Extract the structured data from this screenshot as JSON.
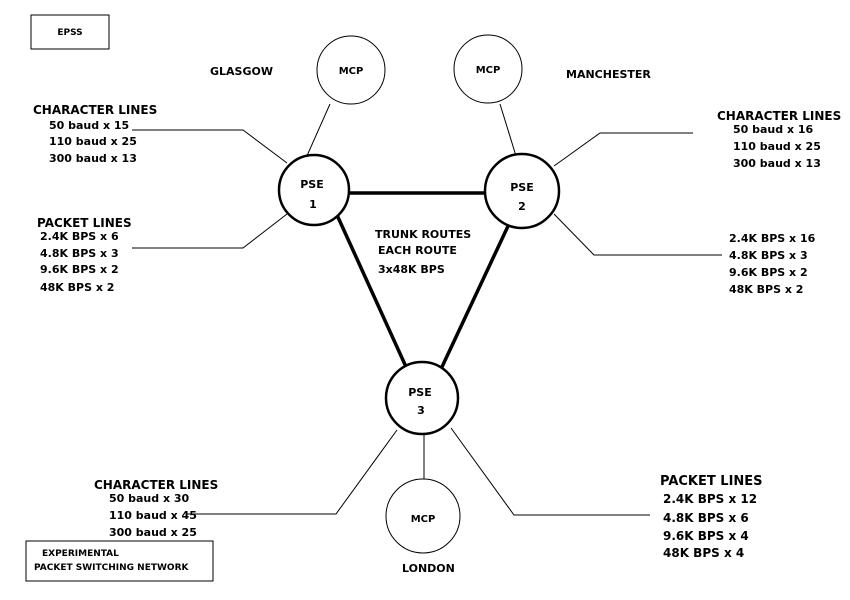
{
  "title_box": "EPSS",
  "caption": [
    "EXPERIMENTAL",
    "PACKET SWITCHING NETWORK"
  ],
  "cities": {
    "glasgow": "GLASGOW",
    "manchester": "MANCHESTER",
    "london": "LONDON"
  },
  "mcp_label": "MCP",
  "pse": {
    "pse1": [
      "PSE",
      "1"
    ],
    "pse2": [
      "PSE",
      "2"
    ],
    "pse3": [
      "PSE",
      "3"
    ]
  },
  "trunk": [
    "TRUNK ROUTES",
    "EACH ROUTE",
    "3x48K BPS"
  ],
  "pse1_character": {
    "heading": "CHARACTER LINES",
    "lines": [
      "50 baud x 15",
      "110 baud x 25",
      "300 baud x 13"
    ]
  },
  "pse1_packet": {
    "heading": "PACKET LINES",
    "lines": [
      "2.4K BPS x 6",
      "4.8K BPS x 3",
      "9.6K BPS x 2",
      "48K BPS x 2"
    ]
  },
  "pse2_character": {
    "heading": "CHARACTER LINES",
    "lines": [
      "50 baud x 16",
      "110 baud x 25",
      "300 baud x 13"
    ]
  },
  "pse2_packet": {
    "lines": [
      "2.4K BPS x 16",
      "4.8K BPS x 3",
      "9.6K BPS x 2",
      "48K BPS x 2"
    ]
  },
  "pse3_character": {
    "heading": "CHARACTER LINES",
    "lines": [
      "50 baud x 30",
      "110 baud x 45",
      "300 baud x 25"
    ]
  },
  "pse3_packet": {
    "heading": "PACKET LINES",
    "lines": [
      "2.4K BPS x 12",
      "4.8K BPS x 6",
      "9.6K BPS x 4",
      "48K BPS x 4"
    ]
  }
}
